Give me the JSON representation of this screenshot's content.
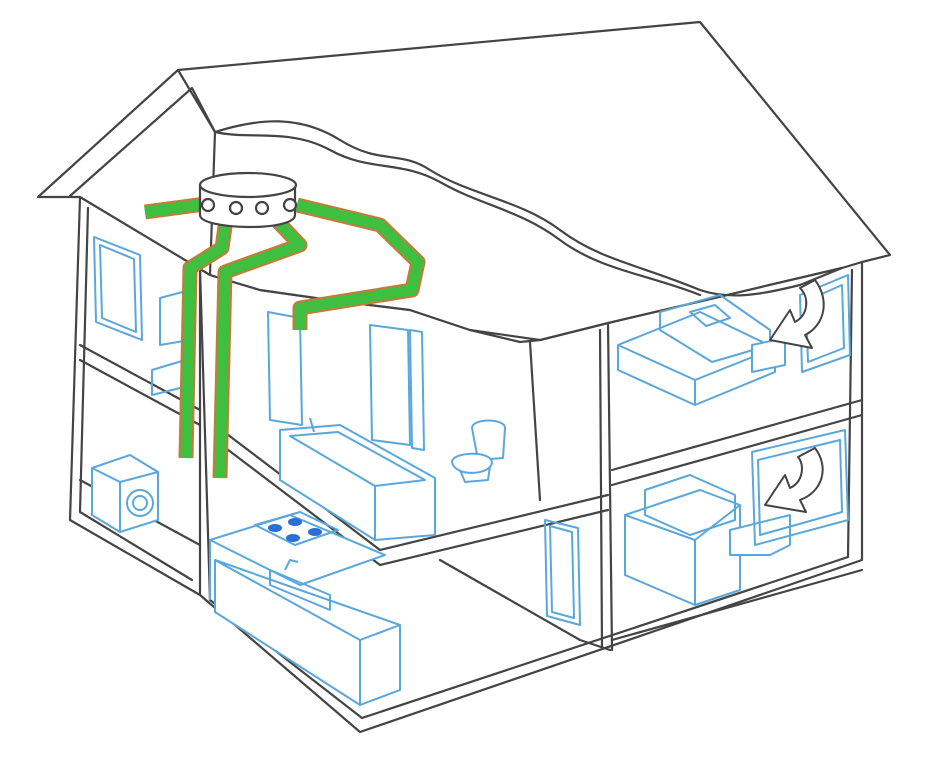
{
  "diagram": {
    "type": "house-ventilation-cutaway",
    "colors": {
      "outline": "#444444",
      "furniture": "#5aa7dc",
      "duct": "#3fbf3f",
      "duct_edge": "#c9783a",
      "background": "#ffffff"
    },
    "components": [
      "ventilation-unit",
      "supply-ducts",
      "extract-ducts",
      "bedroom-airflow-arrows",
      "bathroom",
      "kitchen",
      "laundry",
      "bedroom",
      "living-room"
    ]
  }
}
